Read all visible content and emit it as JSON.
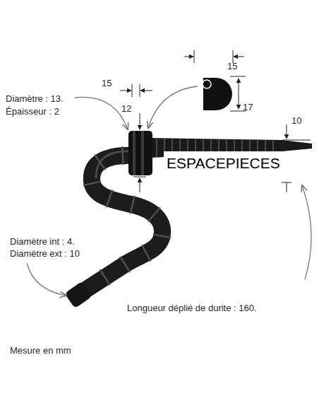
{
  "diagram": {
    "labels": [
      "15",
      "17",
      "15",
      "12",
      "Diamètre : 13.",
      "Épaisseur : 2",
      "10",
      "ESPACEPIECES",
      "Diamètre int : 4.",
      "Diamètre ext : 10",
      "Longueur déplié de durite : 160.",
      "Mesure en mm"
    ]
  }
}
